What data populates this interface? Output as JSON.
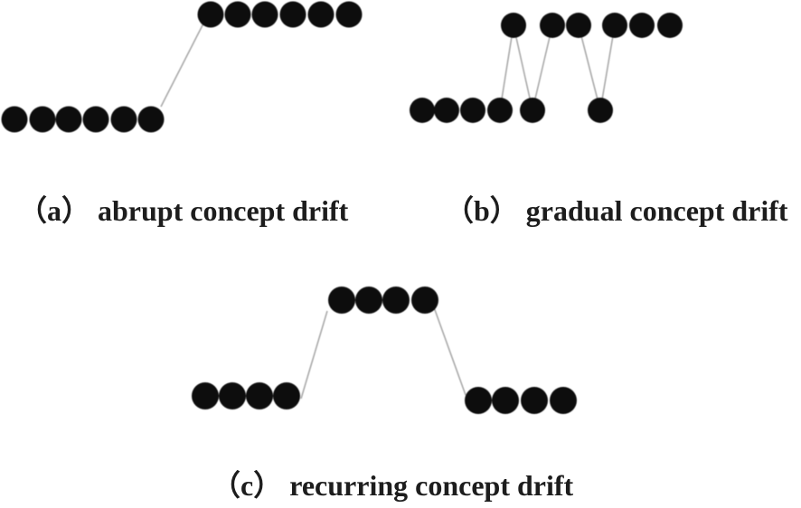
{
  "figure": {
    "style": {
      "background_color": "#ffffff",
      "dot_color": "#0d0d0d",
      "line_color": "#a9a9a9",
      "line_width": 1.6,
      "caption_color": "#1d1d1d"
    },
    "panels": [
      {
        "id": "a",
        "label": "（a） abrupt concept drift",
        "dot_radius": 14.5,
        "dots": [
          [
            16,
            132
          ],
          [
            47,
            132
          ],
          [
            76,
            132
          ],
          [
            106,
            132
          ],
          [
            137,
            132
          ],
          [
            167,
            132
          ],
          [
            233,
            16
          ],
          [
            263,
            16
          ],
          [
            293,
            16
          ],
          [
            324,
            16
          ],
          [
            355,
            16
          ],
          [
            386,
            16
          ]
        ],
        "lines": [
          [
            178,
            118,
            226,
            24
          ]
        ]
      },
      {
        "id": "b",
        "label": "（b） gradual concept drift",
        "dot_radius": 14,
        "dots": [
          [
            467,
            122
          ],
          [
            494,
            122
          ],
          [
            523,
            122
          ],
          [
            553,
            122
          ],
          [
            589,
            122
          ],
          [
            664,
            122
          ],
          [
            568,
            28
          ],
          [
            611,
            28
          ],
          [
            640,
            28
          ],
          [
            680,
            28
          ],
          [
            710,
            28
          ],
          [
            741,
            28
          ]
        ],
        "lines": [
          [
            553,
            122,
            568,
            28
          ],
          [
            568,
            28,
            589,
            122
          ],
          [
            589,
            122,
            611,
            28
          ],
          [
            640,
            28,
            664,
            122
          ],
          [
            664,
            122,
            680,
            28
          ]
        ]
      },
      {
        "id": "c",
        "label": "（c） recurring concept drift",
        "dot_radius": 15,
        "dots": [
          [
            227,
            438
          ],
          [
            257,
            438
          ],
          [
            287,
            438
          ],
          [
            317,
            438
          ],
          [
            378,
            332
          ],
          [
            408,
            332
          ],
          [
            438,
            332
          ],
          [
            470,
            332
          ],
          [
            529,
            443
          ],
          [
            559,
            443
          ],
          [
            591,
            443
          ],
          [
            623,
            443
          ]
        ],
        "lines": [
          [
            333,
            441,
            362,
            344
          ],
          [
            480,
            340,
            515,
            437
          ]
        ]
      }
    ]
  }
}
